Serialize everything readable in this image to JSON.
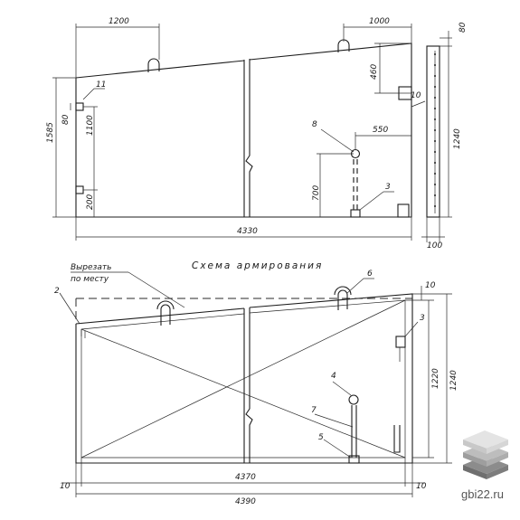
{
  "drawing": {
    "elevation_dims": {
      "d_1200": "1200",
      "d_1000": "1000",
      "d_80_top": "80",
      "d_460": "460",
      "d_1240_side": "1240",
      "d_1585": "1585",
      "d_80_left": "80",
      "d_1100": "1100",
      "d_200": "200",
      "d_700": "700",
      "d_550": "550",
      "d_4330": "4330",
      "d_100": "100"
    },
    "elevation_callouts": {
      "c11": "11",
      "c10": "10",
      "c8": "8",
      "c3": "3"
    },
    "section_title": "Схема армирования",
    "note_line1": "Вырезать",
    "note_line2": "по месту",
    "reinforcement_callouts": {
      "c2": "2",
      "c6": "6",
      "c3": "3",
      "c4": "4",
      "c7": "7",
      "c5": "5"
    },
    "reinforcement_dims": {
      "d_10_top": "10",
      "d_1220": "1220",
      "d_1240": "1240",
      "d_10_bottom_right": "10",
      "d_10_bottom_left": "10",
      "d_4370": "4370",
      "d_4390": "4390"
    }
  },
  "watermark": {
    "site": "gbi22.ru",
    "logo_icon": "stacked-slabs-icon"
  },
  "colors": {
    "ink": "#1c1c1c",
    "logo_light": "#e4e4e4",
    "logo_mid": "#bdbdbd",
    "logo_dark": "#8c8c8c"
  }
}
